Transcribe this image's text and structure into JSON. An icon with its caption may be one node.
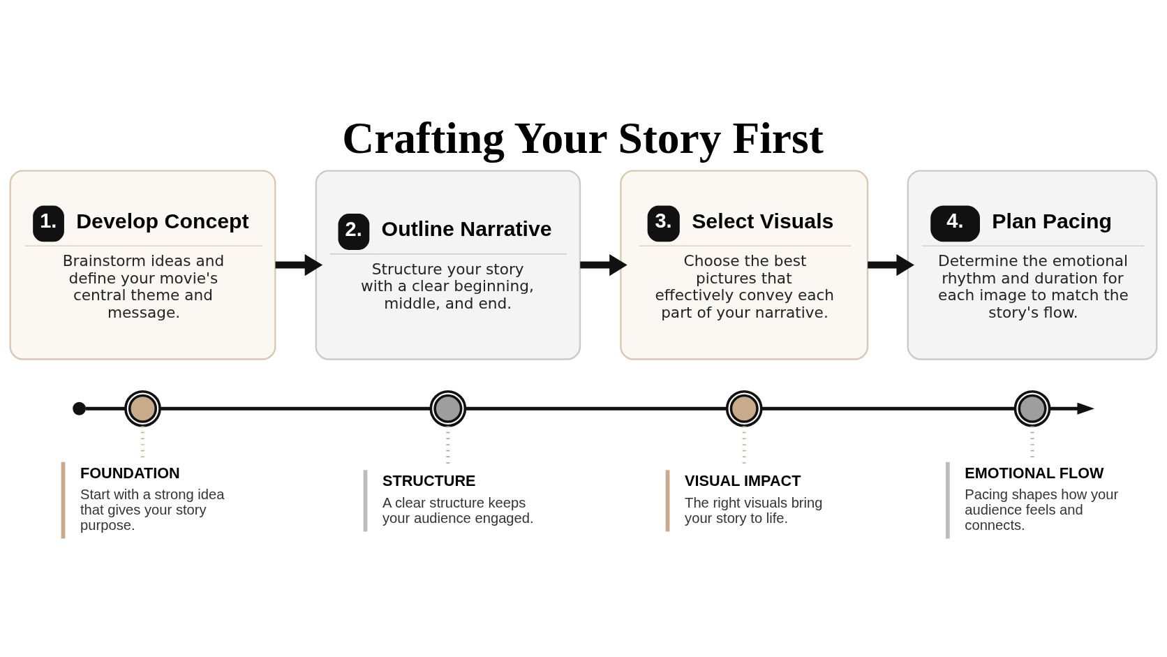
{
  "diagram": {
    "title": "Crafting Your Story First",
    "nodes": [
      {
        "text": [
          "1.",
          "Develop Concept",
          "Brainstorm ideas and define your movie's central theme and message."
        ]
      },
      {
        "text": [
          "2.",
          "Outline Narrative",
          "Structure your story with a clear beginning, middle, and end."
        ]
      },
      {
        "text": [
          "3.",
          "Select Visuals",
          "Choose the best pictures that effectively convey each part of your narrative."
        ]
      },
      {
        "text": [
          "4.",
          "Plan Pacing",
          "Determine the emotional rhythm and duration for each image to match the story's flow."
        ]
      },
      {
        "text": [],
        "shape": "circle"
      },
      {
        "text": [],
        "shape": "circle"
      },
      {
        "text": [],
        "shape": "circle"
      },
      {
        "text": [],
        "shape": "circle"
      },
      {
        "text": [],
        "shape": "circle"
      },
      {
        "text": [
          "FOUNDATION",
          "Start with a strong idea that gives your story purpose."
        ]
      },
      {
        "text": [
          "STRUCTURE",
          "A clear structure keeps your audience engaged."
        ]
      },
      {
        "text": [
          "VISUAL IMPACT",
          "The right visuals bring your story to life."
        ]
      },
      {
        "text": [
          "EMOTIONAL FLOW",
          "Pacing shapes how your audience feels and connects."
        ]
      }
    ],
    "edges": [
      {
        "from": 0,
        "to": 1,
        "arrow": "to",
        "style": "thick"
      },
      {
        "from": 1,
        "to": 2,
        "arrow": "to",
        "style": "thick"
      },
      {
        "from": 2,
        "to": 3,
        "arrow": "to",
        "style": "thick"
      },
      {
        "from": 4,
        "to": 5,
        "arrow": "none"
      },
      {
        "from": 5,
        "to": 6,
        "arrow": "none"
      },
      {
        "from": 6,
        "to": 7,
        "arrow": "none"
      },
      {
        "from": 7,
        "to": 8,
        "arrow": "none"
      },
      {
        "from": 8,
        "to": null,
        "arrow": "to"
      },
      {
        "from": 5,
        "to": 9,
        "arrow": "none",
        "style": "dashed",
        "color": "#c9ab8c"
      },
      {
        "from": 6,
        "to": 10,
        "arrow": "none",
        "style": "dashed",
        "color": "#9e9e9e"
      },
      {
        "from": 7,
        "to": 11,
        "arrow": "none",
        "style": "dashed",
        "color": "#c9ab8c"
      },
      {
        "from": 8,
        "to": 12,
        "arrow": "none",
        "style": "dashed",
        "color": "#9e9e9e"
      }
    ]
  }
}
